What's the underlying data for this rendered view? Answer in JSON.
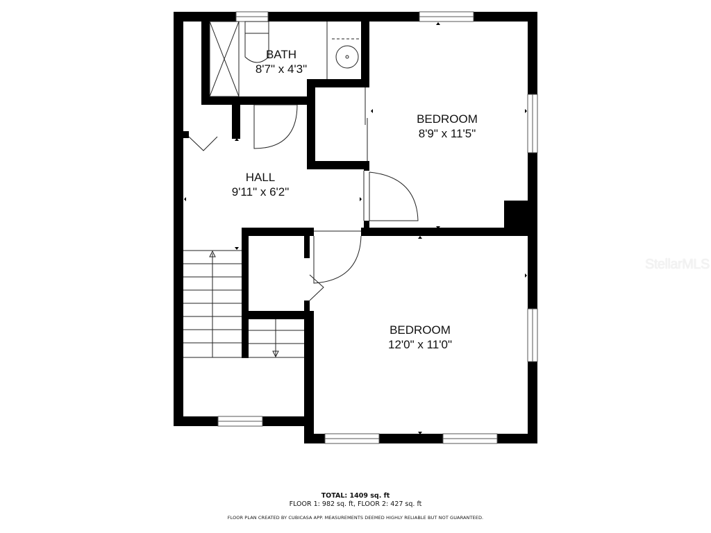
{
  "rooms": [
    {
      "name": "BATH",
      "dimensions": "8'7\" x 4'3\""
    },
    {
      "name": "BEDROOM",
      "dimensions": "8'9\" x 11'5\""
    },
    {
      "name": "HALL",
      "dimensions": "9'11\" x 6'2\""
    },
    {
      "name": "BEDROOM",
      "dimensions": "12'0\" x 11'0\""
    }
  ],
  "footer": {
    "total": "TOTAL: 1409 sq. ft",
    "floors": "FLOOR 1: 982 sq. ft, FLOOR 2: 427 sq. ft",
    "disclaimer": "FLOOR PLAN CREATED BY CUBICASA APP. MEASUREMENTS DEEMED HIGHLY RELIABLE BUT NOT GUARANTEED."
  },
  "watermark": "StellarMLS",
  "colors": {
    "wall": "#000000",
    "background": "#ffffff"
  }
}
